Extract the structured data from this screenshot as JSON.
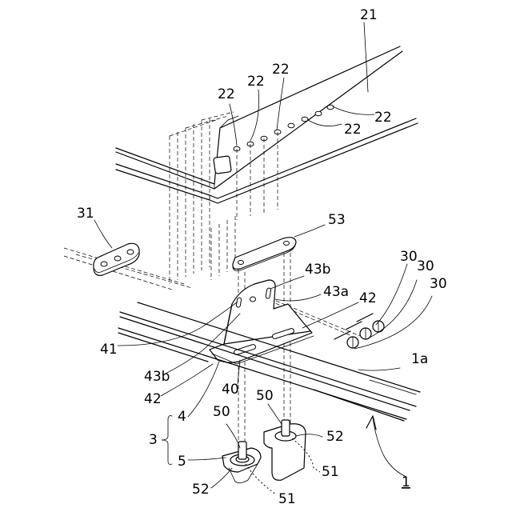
{
  "labels": {
    "rail": "21",
    "rail_holes": "22",
    "plate": "31",
    "bolts": "30",
    "strip": "53",
    "bracket": "4",
    "bracket_base": "40",
    "bracket_wall": "41",
    "bracket_slot": "42",
    "slot_a": "43a",
    "slot_b": "43b",
    "lower_assembly": "3",
    "clip_part": "5",
    "clip": "50",
    "clip_tab": "51",
    "clip_pin": "52",
    "beam_face": "1a",
    "beam": "1"
  }
}
